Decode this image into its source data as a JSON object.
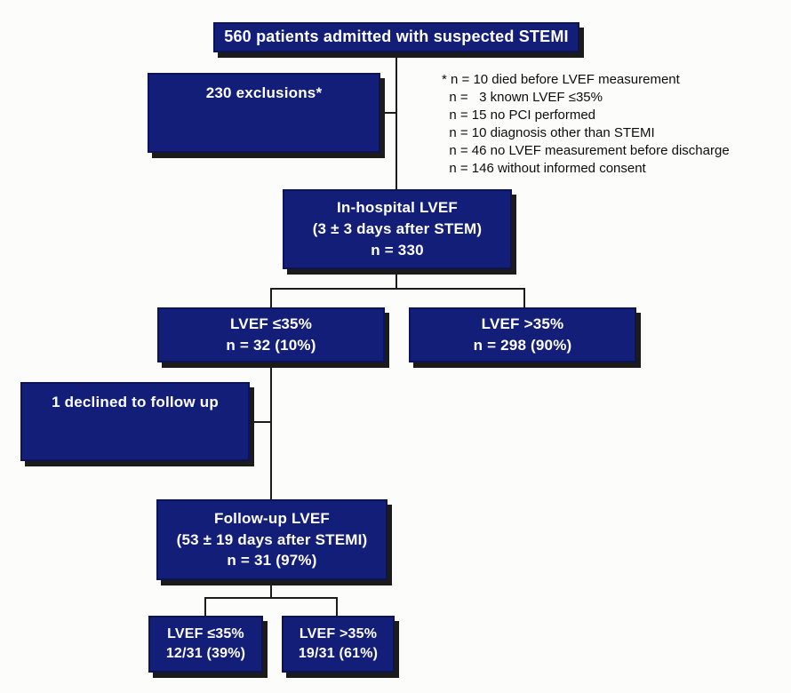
{
  "diagram": {
    "boxes": {
      "admitted": {
        "line1": "560 patients admitted with suspected STEMI"
      },
      "exclusions": {
        "line1": "230 exclusions*"
      },
      "in_hospital": {
        "line1": "In-hospital LVEF",
        "line2": "(3 ± 3 days after STEM)",
        "line3": "n = 330"
      },
      "lvef_le35": {
        "line1": "LVEF ≤35%",
        "line2": "n = 32 (10%)"
      },
      "lvef_gt35": {
        "line1": "LVEF >35%",
        "line2": "n = 298 (90%)"
      },
      "declined": {
        "line1": "1 declined to follow up"
      },
      "followup": {
        "line1": "Follow-up LVEF",
        "line2": "(53 ± 19 days after STEMI)",
        "line3": "n = 31 (97%)"
      },
      "followup_le35": {
        "line1": "LVEF ≤35%",
        "line2": "12/31 (39%)"
      },
      "followup_gt35": {
        "line1": "LVEF >35%",
        "line2": "19/31 (61%)"
      }
    },
    "footnote_lines": [
      "* n = 10 died before LVEF measurement",
      "  n =   3 known LVEF ≤35%",
      "  n = 15 no PCI performed",
      "  n = 10 diagnosis other than STEMI",
      "  n = 46 no LVEF measurement before discharge",
      "  n = 146 without informed consent"
    ],
    "colors": {
      "box_fill": "#131e78",
      "box_border": "#0d1455",
      "box_text": "#ffffff",
      "shadow": "#1b1b1b",
      "line": "#1c1c1c",
      "background": "#fcfcfb",
      "footnote_text": "#0d0d0d"
    }
  }
}
